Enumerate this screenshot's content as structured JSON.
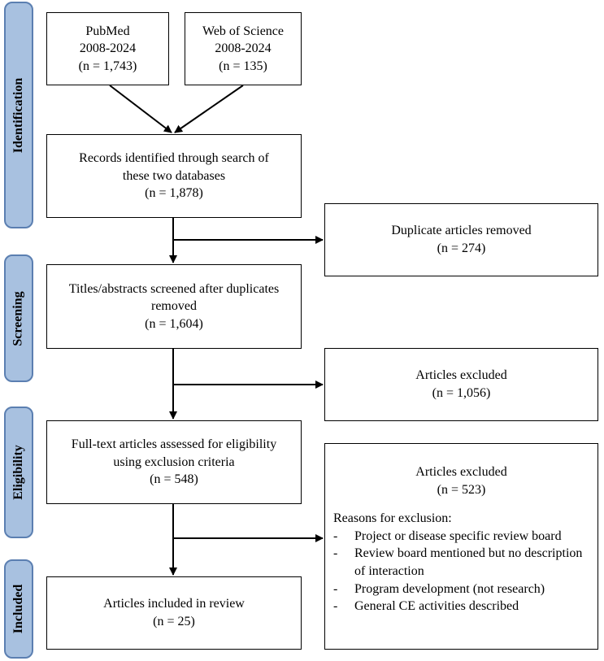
{
  "phases": {
    "identification": "Identification",
    "screening": "Screening",
    "eligibility": "Eligibility",
    "included": "Included"
  },
  "pubmed": {
    "name": "PubMed",
    "years": "2008-2024",
    "count": "(n = 1,743)"
  },
  "web_of_science": {
    "name": "Web of Science",
    "years": "2008-2024",
    "count": "(n = 135)"
  },
  "records_identified": {
    "line1": "Records identified through search of",
    "line2": "these two databases",
    "count": "(n = 1,878)"
  },
  "duplicates_removed": {
    "label": "Duplicate articles removed",
    "count": "(n = 274)"
  },
  "titles_screened": {
    "line1": "Titles/abstracts screened after duplicates",
    "line2": "removed",
    "count": "(n = 1,604)"
  },
  "excluded_screening": {
    "label": "Articles excluded",
    "count": "(n = 1,056)"
  },
  "full_text": {
    "line1": "Full-text articles assessed for eligibility",
    "line2": "using exclusion criteria",
    "count": "(n = 548)"
  },
  "excluded_eligibility": {
    "label": "Articles excluded",
    "count": "(n = 523)",
    "reasons_title": "Reasons for exclusion:",
    "bullet": "-",
    "reasons": [
      "Project or disease specific review board",
      "Review board mentioned but no description of interaction",
      "Program development (not research)",
      "General CE activities described"
    ]
  },
  "included": {
    "label": "Articles included in review",
    "count": "(n = 25)"
  }
}
